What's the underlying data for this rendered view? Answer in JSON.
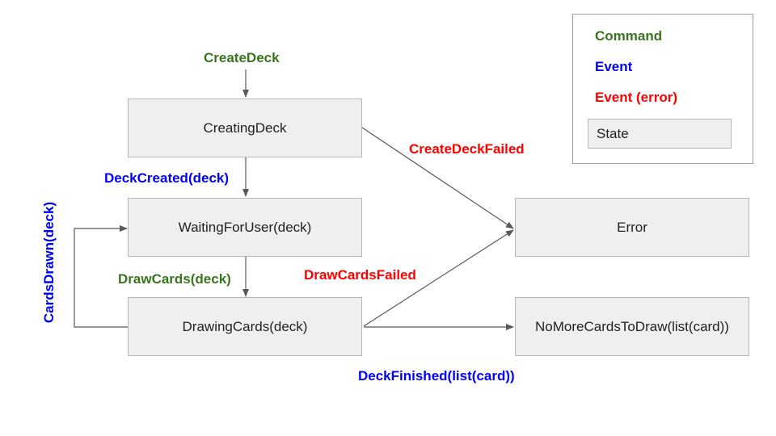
{
  "states": {
    "creating_deck": "CreatingDeck",
    "waiting_for_user": "WaitingForUser(deck)",
    "drawing_cards": "DrawingCards(deck)",
    "error": "Error",
    "no_more_cards": "NoMoreCardsToDraw(list(card))"
  },
  "transitions": {
    "create_deck": "CreateDeck",
    "deck_created": "DeckCreated(deck)",
    "draw_cards": "DrawCards(deck)",
    "cards_drawn": "CardsDrawn(deck)",
    "create_deck_failed": "CreateDeckFailed",
    "draw_cards_failed": "DrawCardsFailed",
    "deck_finished": "DeckFinished(list(card))"
  },
  "legend": {
    "command": "Command",
    "event": "Event",
    "event_error": "Event (error)",
    "state": "State"
  },
  "colors": {
    "command": "#38761d",
    "event": "#0000ff",
    "event_error": "#ff0000",
    "state_fill": "#efefef",
    "state_border": "#b7b7b7",
    "edge": "#595959"
  }
}
